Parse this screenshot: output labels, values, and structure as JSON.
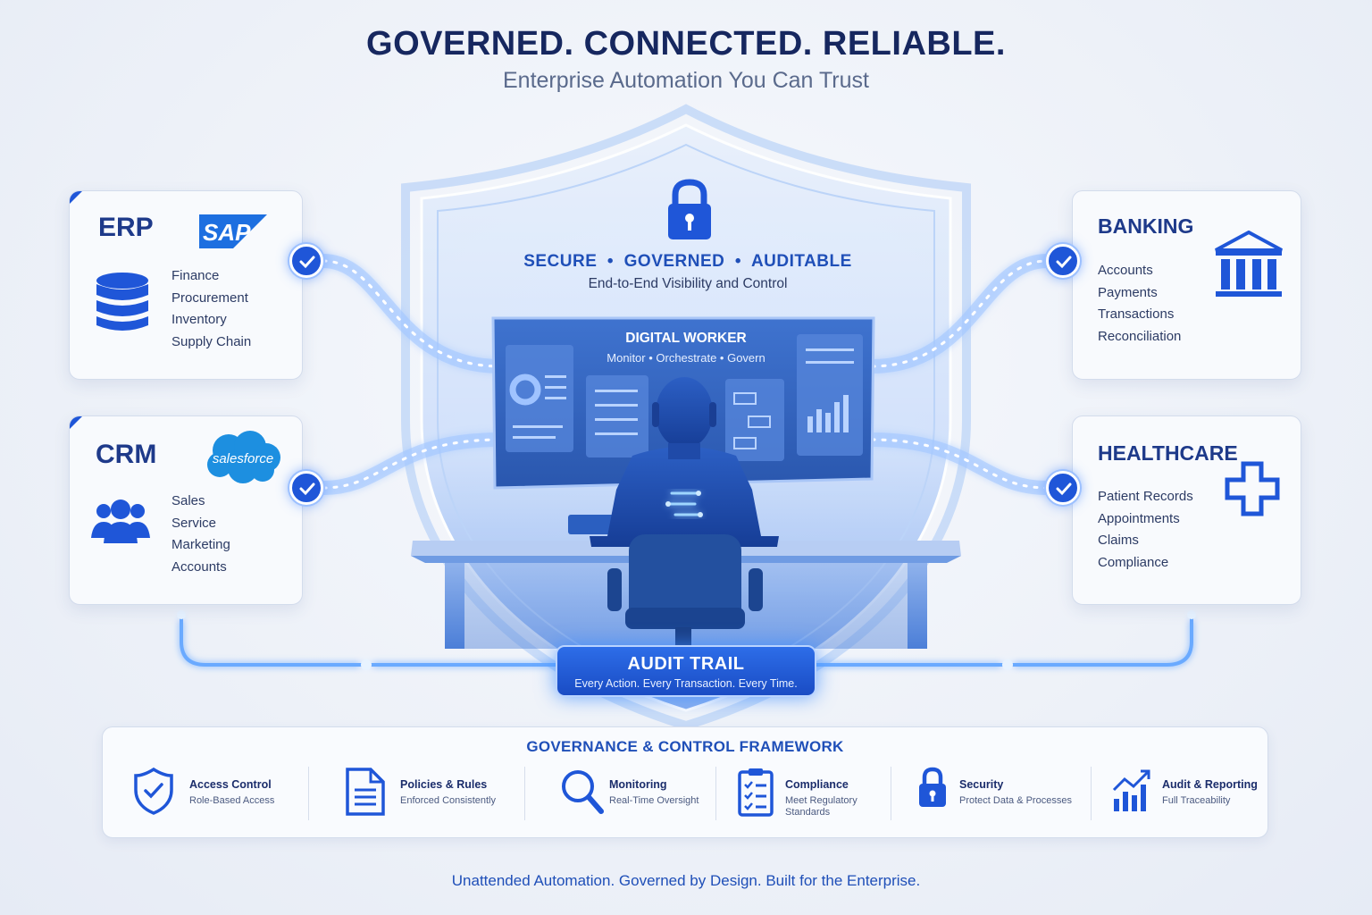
{
  "header": {
    "title": "GOVERNED. CONNECTED. RELIABLE.",
    "subtitle": "Enterprise Automation You Can Trust"
  },
  "shield": {
    "pillars": "SECURE  •  GOVERNED  •  AUDITABLE",
    "tagline": "End-to-End Visibility and Control",
    "icon": "padlock-icon"
  },
  "digital_worker": {
    "title": "DIGITAL WORKER",
    "subtitle": "Monitor • Orchestrate • Govern"
  },
  "systems": {
    "erp": {
      "title": "ERP",
      "logo": "SAP",
      "icon": "database-icon",
      "items": [
        "Finance",
        "Procurement",
        "Inventory",
        "Supply Chain"
      ]
    },
    "crm": {
      "title": "CRM",
      "logo": "salesforce",
      "icon": "users-icon",
      "items": [
        "Sales",
        "Service",
        "Marketing",
        "Accounts"
      ]
    },
    "banking": {
      "title": "BANKING",
      "icon": "bank-icon",
      "items": [
        "Accounts",
        "Payments",
        "Transactions",
        "Reconciliation"
      ]
    },
    "healthcare": {
      "title": "HEALTHCARE",
      "icon": "medical-cross-icon",
      "items": [
        "Patient Records",
        "Appointments",
        "Claims",
        "Compliance"
      ]
    }
  },
  "audit": {
    "title": "AUDIT TRAIL",
    "subtitle": "Every Action. Every Transaction. Every Time."
  },
  "framework": {
    "title": "GOVERNANCE & CONTROL FRAMEWORK",
    "items": [
      {
        "label": "Access Control",
        "desc": "Role-Based Access",
        "icon": "shield-check-icon"
      },
      {
        "label": "Policies & Rules",
        "desc": "Enforced Consistently",
        "icon": "document-icon"
      },
      {
        "label": "Monitoring",
        "desc": "Real-Time Oversight",
        "icon": "magnifier-icon"
      },
      {
        "label": "Compliance",
        "desc": "Meet Regulatory Standards",
        "icon": "checklist-icon"
      },
      {
        "label": "Security",
        "desc": "Protect Data & Processes",
        "icon": "padlock-icon"
      },
      {
        "label": "Audit & Reporting",
        "desc": "Full Traceability",
        "icon": "growth-chart-icon"
      }
    ]
  },
  "footer": {
    "tagline": "Unattended Automation. Governed by Design. Built for the Enterprise."
  },
  "colors": {
    "primary": "#1f56d8",
    "navy": "#16275f",
    "glow": "#5aa2ff"
  }
}
